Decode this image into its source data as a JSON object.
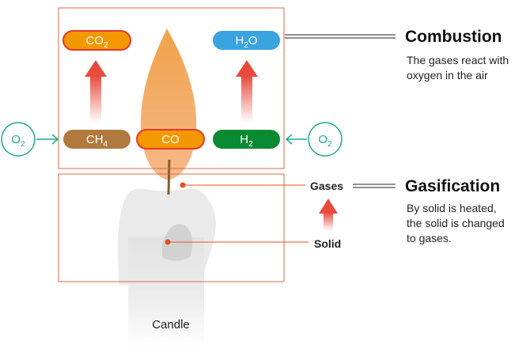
{
  "combustion": {
    "heading": "Combustion",
    "desc_line1": "The gases react with",
    "desc_line2": "oxygen in the air"
  },
  "gasification": {
    "heading": "Gasification",
    "desc_line1": "By solid is heated,",
    "desc_line2": "the solid is changed",
    "desc_line3": "to gases."
  },
  "labels": {
    "gases": "Gases",
    "solid": "Solid",
    "candle": "Candle"
  },
  "molecules": {
    "co2": {
      "main": "CO",
      "sub": "2"
    },
    "h2o": {
      "main": "H",
      "sub": "2",
      "tail": "O"
    },
    "ch4": {
      "main": "CH",
      "sub": "4"
    },
    "co": {
      "main": "CO"
    },
    "h2": {
      "main": "H",
      "sub": "2"
    },
    "o2_left": {
      "main": "O",
      "sub": "2"
    },
    "o2_right": {
      "main": "O",
      "sub": "2"
    }
  },
  "colors": {
    "frame": "#d96a4a",
    "orange": "#f39800",
    "blue": "#3aa4e0",
    "brown": "#b07a3e",
    "green": "#0b8a34",
    "teal": "#1fa999",
    "red_outline": "#e8382e",
    "arrow": "#e84a3c"
  },
  "icons": {
    "flame": "flame-icon",
    "candle": "candle-icon"
  }
}
